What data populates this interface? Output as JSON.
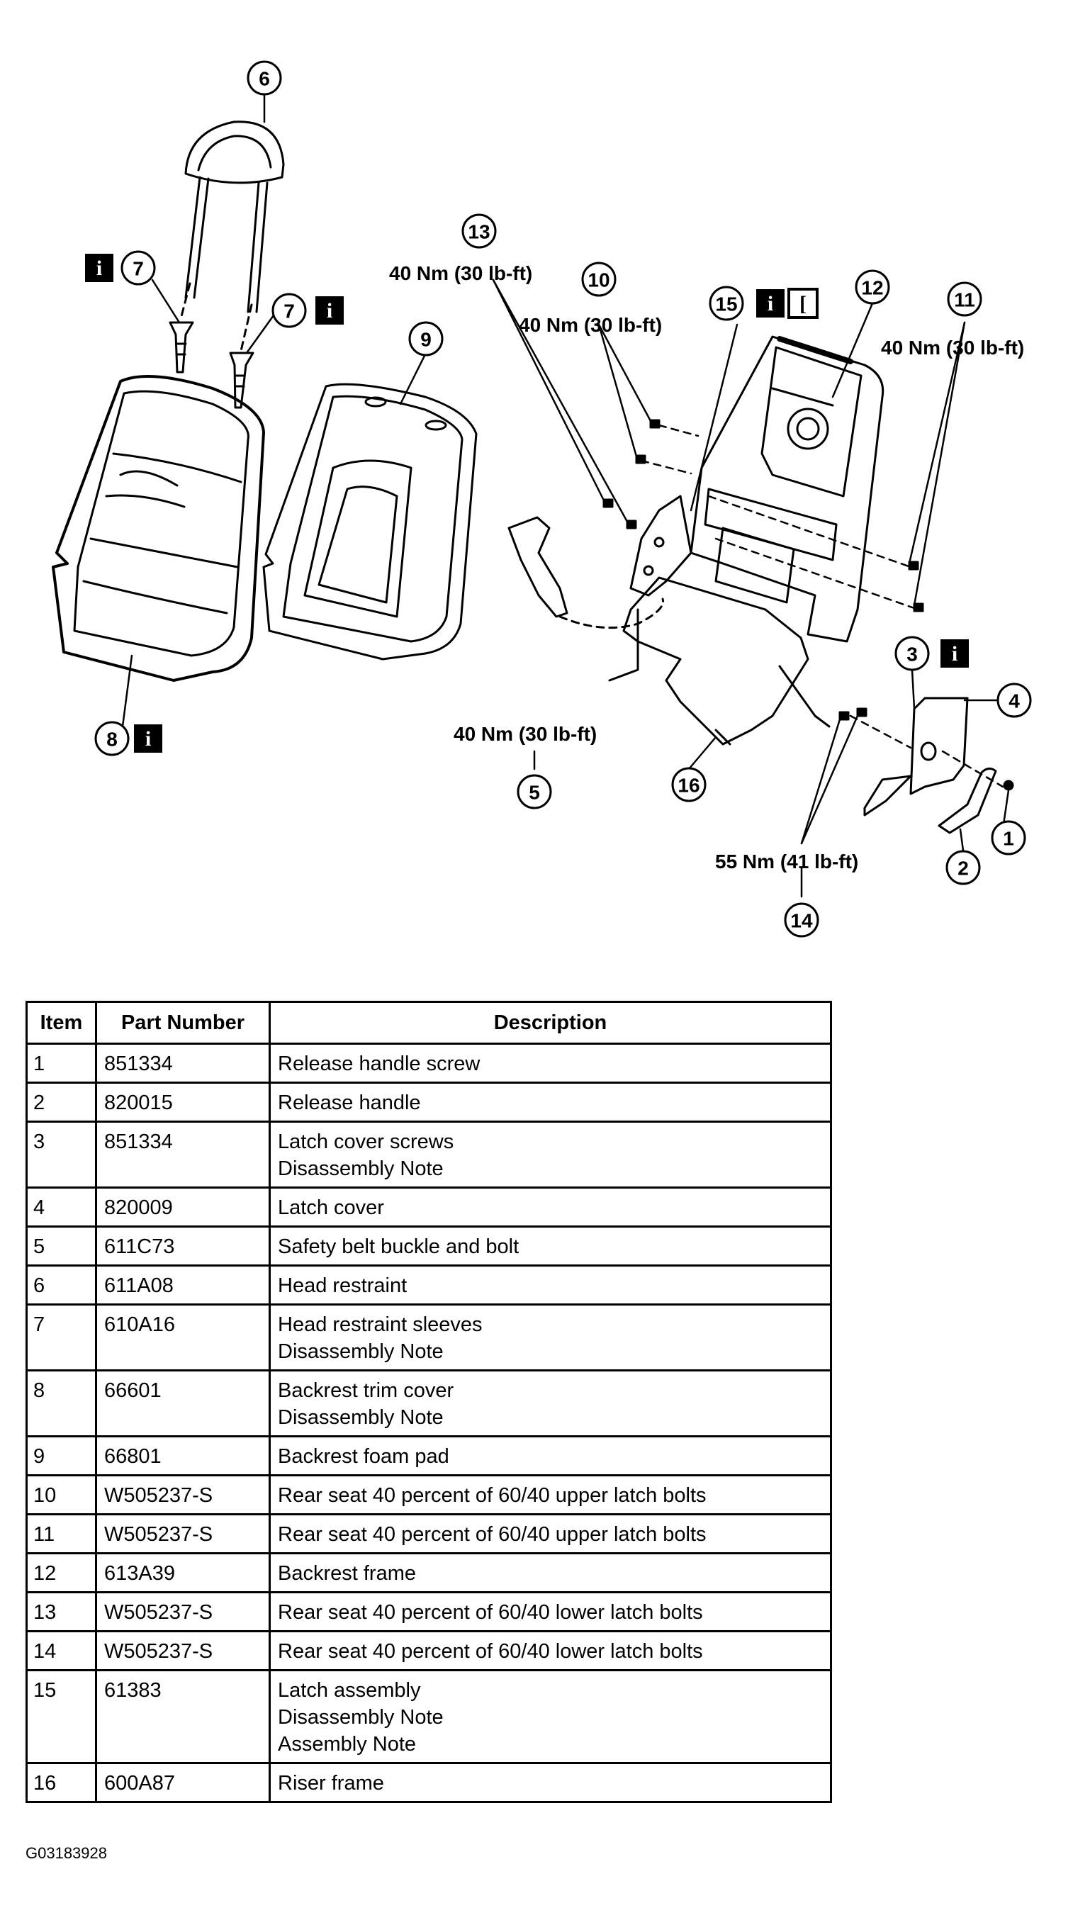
{
  "diagram": {
    "callouts": {
      "c1": "1",
      "c2": "2",
      "c3": "3",
      "c4": "4",
      "c5": "5",
      "c6": "6",
      "c7a": "7",
      "c7b": "7",
      "c8": "8",
      "c9": "9",
      "c10": "10",
      "c11": "11",
      "c12": "12",
      "c13": "13",
      "c14": "14",
      "c15": "15",
      "c16": "16"
    },
    "torque": {
      "t13": "40 Nm (30 lb-ft)",
      "t10": "40 Nm (30 lb-ft)",
      "t11": "40 Nm (30 lb-ft)",
      "t5": "40 Nm (30 lb-ft)",
      "t14": "55 Nm (41 lb-ft)"
    },
    "badges": {
      "info": "i",
      "assembly": "["
    }
  },
  "table": {
    "headers": [
      "Item",
      "Part Number",
      "Description"
    ],
    "rows": [
      {
        "item": "1",
        "part": "851334",
        "desc": [
          "Release handle screw"
        ]
      },
      {
        "item": "2",
        "part": "820015",
        "desc": [
          "Release handle"
        ]
      },
      {
        "item": "3",
        "part": "851334",
        "desc": [
          "Latch cover screws",
          "Disassembly Note"
        ]
      },
      {
        "item": "4",
        "part": "820009",
        "desc": [
          "Latch cover"
        ]
      },
      {
        "item": "5",
        "part": "611C73",
        "desc": [
          "Safety belt buckle and bolt"
        ]
      },
      {
        "item": "6",
        "part": "611A08",
        "desc": [
          "Head restraint"
        ]
      },
      {
        "item": "7",
        "part": "610A16",
        "desc": [
          "Head restraint sleeves",
          "Disassembly Note"
        ]
      },
      {
        "item": "8",
        "part": "66601",
        "desc": [
          "Backrest trim cover",
          "Disassembly Note"
        ]
      },
      {
        "item": "9",
        "part": "66801",
        "desc": [
          "Backrest foam pad"
        ]
      },
      {
        "item": "10",
        "part": "W505237-S",
        "desc": [
          "Rear seat 40 percent of 60/40 upper latch bolts"
        ]
      },
      {
        "item": "11",
        "part": "W505237-S",
        "desc": [
          "Rear seat 40 percent of 60/40 upper latch bolts"
        ]
      },
      {
        "item": "12",
        "part": "613A39",
        "desc": [
          "Backrest frame"
        ]
      },
      {
        "item": "13",
        "part": "W505237-S",
        "desc": [
          "Rear seat 40 percent of 60/40 lower latch bolts"
        ]
      },
      {
        "item": "14",
        "part": "W505237-S",
        "desc": [
          "Rear seat 40 percent of 60/40 lower latch bolts"
        ]
      },
      {
        "item": "15",
        "part": "61383",
        "desc": [
          "Latch assembly",
          "Disassembly Note",
          "Assembly Note"
        ]
      },
      {
        "item": "16",
        "part": "600A87",
        "desc": [
          "Riser frame"
        ]
      }
    ]
  },
  "figure_id": "G03183928"
}
